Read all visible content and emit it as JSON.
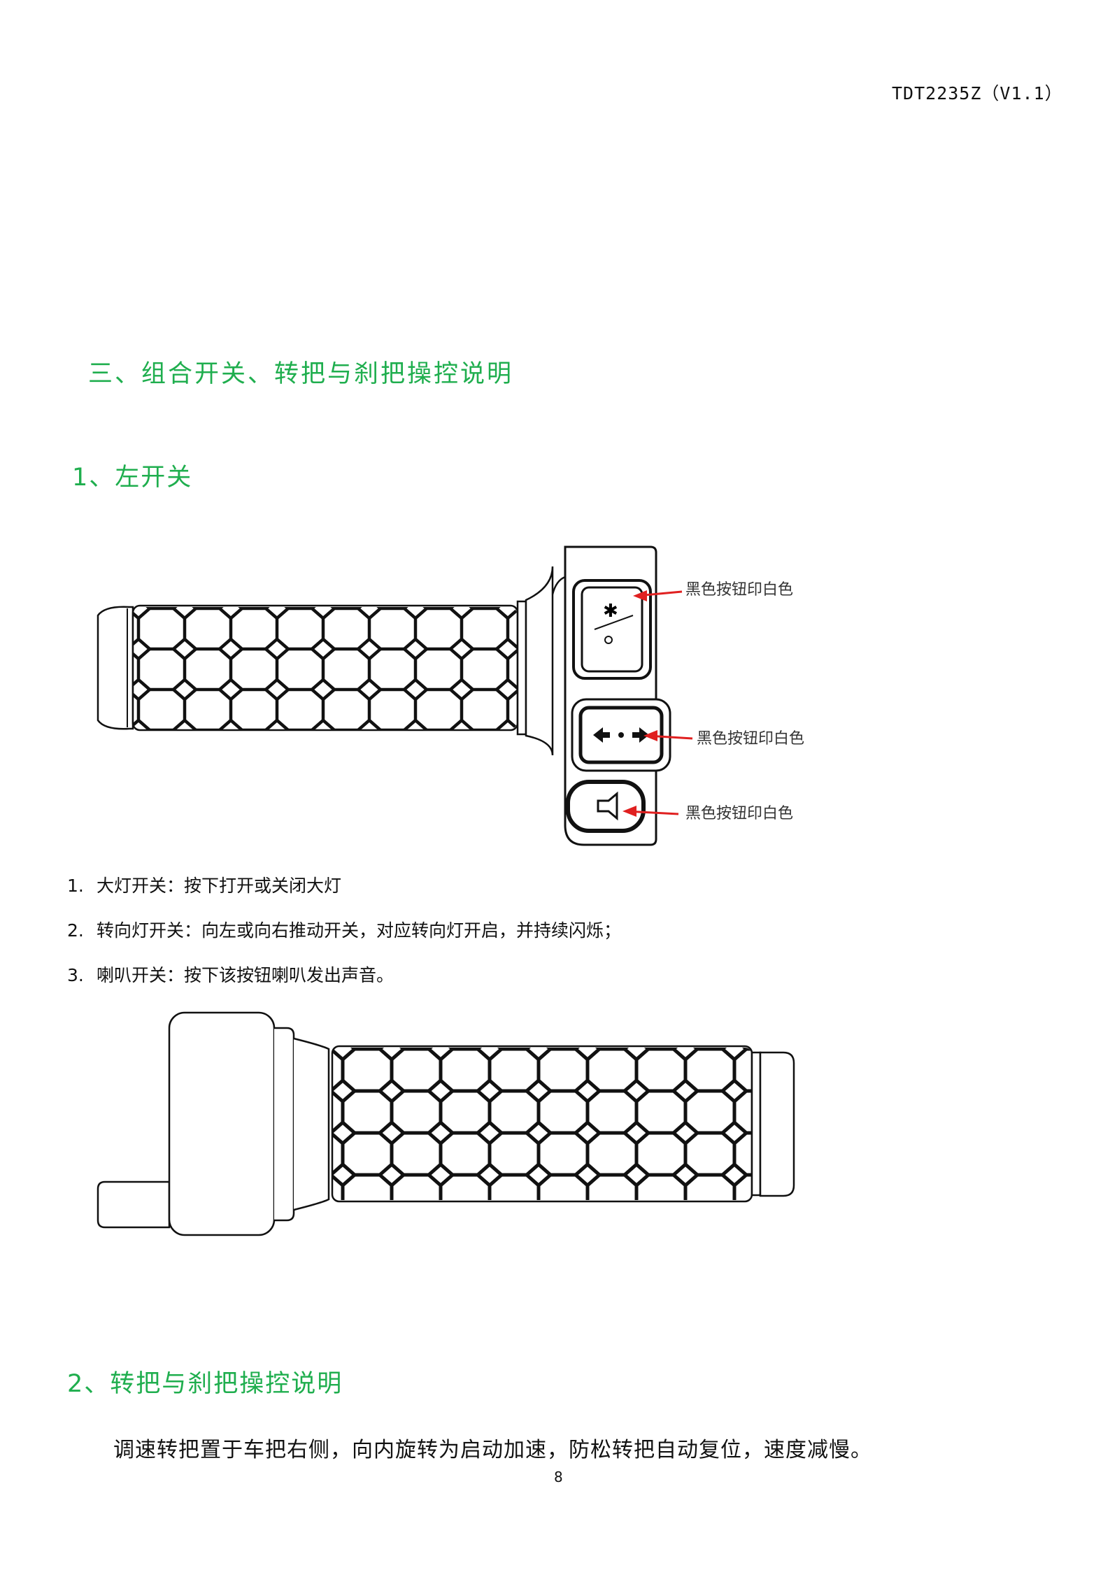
{
  "header": {
    "doc_id": "TDT2235Z（V1.1）"
  },
  "section": {
    "title": "三、组合开关、转把与刹把操控说明"
  },
  "subsection1": {
    "title": "1、左开关",
    "callouts": [
      "黑色按钮印白色",
      "黑色按钮印白色",
      "黑色按钮印白色"
    ],
    "items": [
      {
        "num": "1.",
        "text": "大灯开关：按下打开或关闭大灯"
      },
      {
        "num": "2.",
        "text": "转向灯开关：向左或向右推动开关，对应转向灯开启，并持续闪烁；"
      },
      {
        "num": "3.",
        "text": "喇叭开关：按下该按钮喇叭发出声音。"
      }
    ]
  },
  "subsection2": {
    "title": "2、转把与刹把操控说明",
    "paragraph": "调速转把置于车把右侧，向内旋转为启动加速，防松转把自动复位，速度减慢。"
  },
  "footer": {
    "page_number": "8"
  },
  "colors": {
    "heading": "#1fae4e",
    "callout_arrow": "#e02020"
  },
  "icons": [
    "headlight-icon",
    "turn-signal-icon",
    "horn-icon"
  ]
}
